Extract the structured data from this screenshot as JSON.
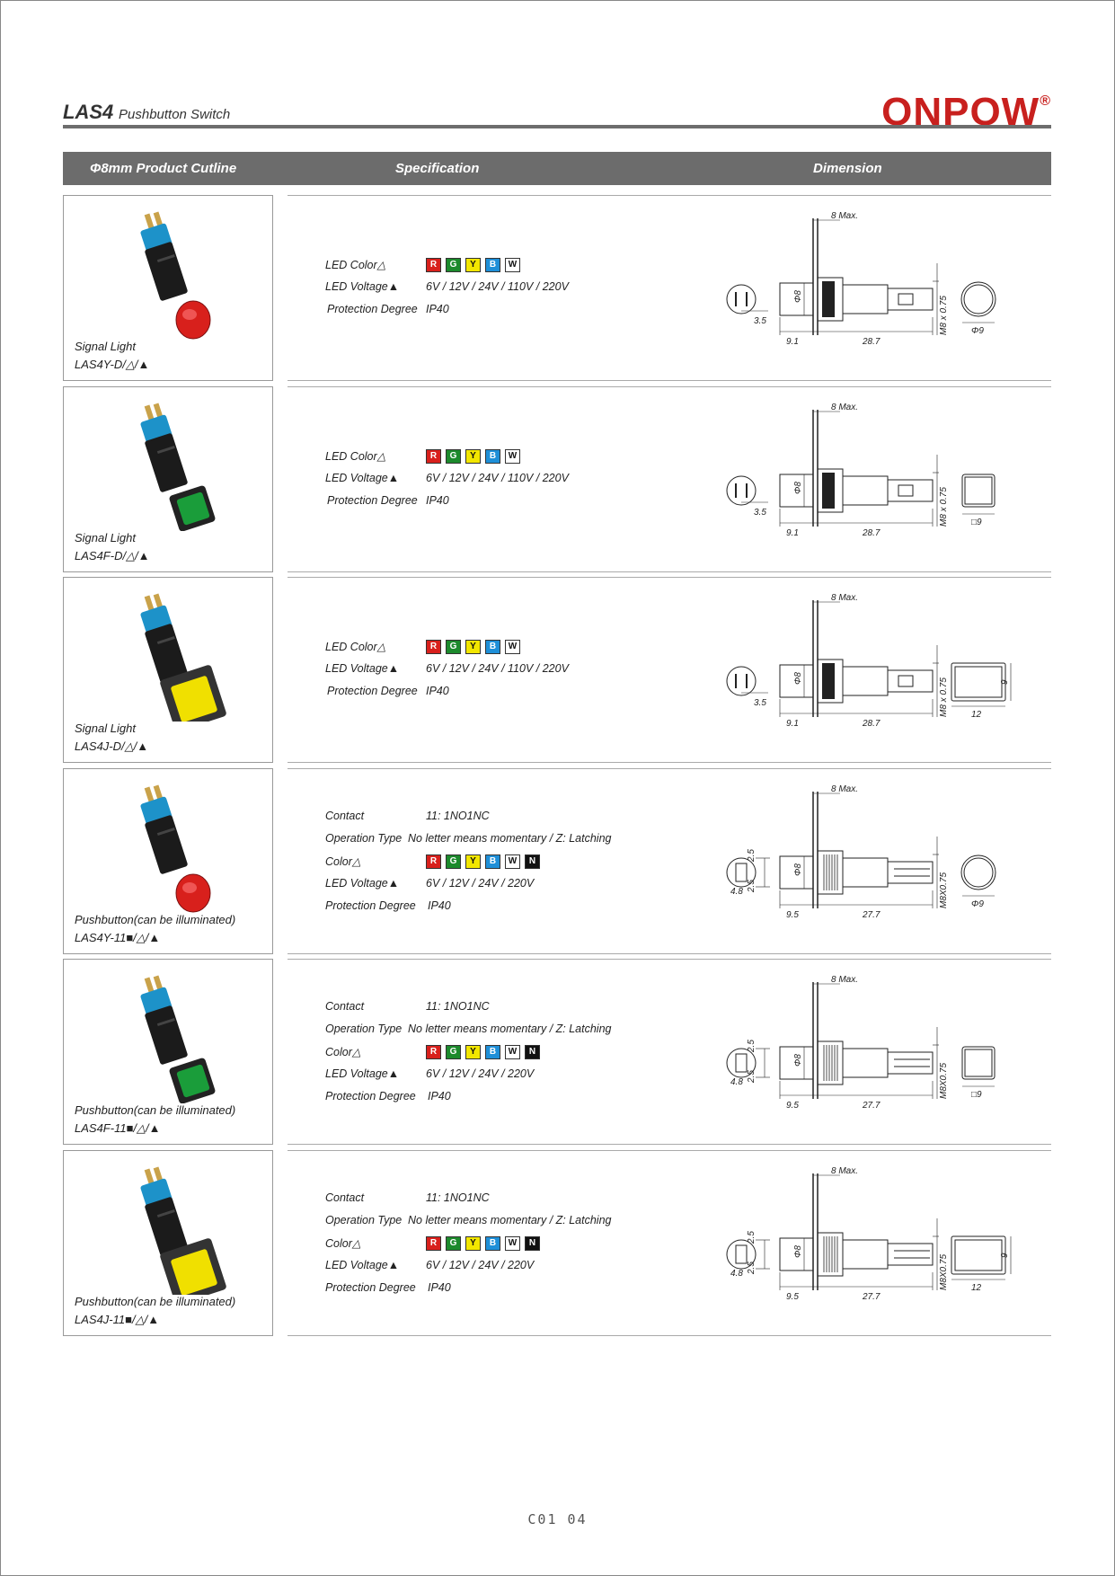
{
  "header": {
    "model": "LAS4",
    "subtitle": "Pushbutton Switch",
    "brand": "ONPOW",
    "reg": "®"
  },
  "table_header": {
    "col1": "Φ8mm Product Cutline",
    "col2": "Specification",
    "col3": "Dimension"
  },
  "colors": {
    "R": "#d8201c",
    "G": "#1c8a2c",
    "Y": "#f2e600",
    "B": "#1e8fd8",
    "W": "#ffffff",
    "N": "#111111"
  },
  "rows": [
    {
      "type": "Signal Light",
      "code": "LAS4Y-D/△/▲",
      "specs": [
        {
          "label": "LED Color△",
          "chips": [
            "R",
            "G",
            "Y",
            "B",
            "W"
          ]
        },
        {
          "label": "LED Voltage▲",
          "value": "6V / 12V / 24V / 110V / 220V"
        },
        {
          "label": "Protection Degree",
          "value": "IP40"
        }
      ],
      "dims": {
        "top": "8 Max.",
        "d1": "3.5",
        "len_a": "9.1",
        "len_b": "28.7",
        "thread": "M8 x 0.75",
        "dia": "Φ8",
        "head": "Φ9"
      }
    },
    {
      "type": "Signal Light",
      "code": "LAS4F-D/△/▲",
      "specs": [
        {
          "label": "LED Color△",
          "chips": [
            "R",
            "G",
            "Y",
            "B",
            "W"
          ]
        },
        {
          "label": "LED Voltage▲",
          "value": "6V / 12V / 24V / 110V / 220V"
        },
        {
          "label": "Protection Degree",
          "value": "IP40"
        }
      ],
      "dims": {
        "top": "8 Max.",
        "d1": "3.5",
        "len_a": "9.1",
        "len_b": "28.7",
        "thread": "M8 x 0.75",
        "dia": "Φ8",
        "head": "□9"
      }
    },
    {
      "type": "Signal Light",
      "code": "LAS4J-D/△/▲",
      "specs": [
        {
          "label": "LED Color△",
          "chips": [
            "R",
            "G",
            "Y",
            "B",
            "W"
          ]
        },
        {
          "label": "LED Voltage▲",
          "value": "6V / 12V / 24V / 110V / 220V"
        },
        {
          "label": "Protection Degree",
          "value": "IP40"
        }
      ],
      "dims": {
        "top": "8 Max.",
        "d1": "3.5",
        "len_a": "9.1",
        "len_b": "28.7",
        "thread": "M8 x 0.75",
        "dia": "Φ8",
        "head": "12",
        "head_h": "9"
      }
    },
    {
      "type": "Pushbutton(can be illuminated)",
      "code": "LAS4Y-11■/△/▲",
      "specs": [
        {
          "label": "Contact",
          "value": "11: 1NO1NC"
        },
        {
          "label": "Operation Type",
          "value": "No letter means momentary / Z: Latching"
        },
        {
          "label": "Color△",
          "chips": [
            "R",
            "G",
            "Y",
            "B",
            "W",
            "N"
          ]
        },
        {
          "label": "LED Voltage▲",
          "value": "6V / 12V / 24V / 220V"
        },
        {
          "label": "Protection Degree",
          "value": "IP40"
        }
      ],
      "dims": {
        "top": "8 Max.",
        "p1": "2.5",
        "p2": "2.5",
        "d2": "4.8",
        "len_a": "9.5",
        "len_b": "27.7",
        "thread": "M8X0.75",
        "dia": "Φ8",
        "head": "Φ9"
      }
    },
    {
      "type": "Pushbutton(can be illuminated)",
      "code": "LAS4F-11■/△/▲",
      "specs": [
        {
          "label": "Contact",
          "value": "11: 1NO1NC"
        },
        {
          "label": "Operation Type",
          "value": "No letter means momentary / Z: Latching"
        },
        {
          "label": "Color△",
          "chips": [
            "R",
            "G",
            "Y",
            "B",
            "W",
            "N"
          ]
        },
        {
          "label": "LED Voltage▲",
          "value": "6V / 12V / 24V / 220V"
        },
        {
          "label": "Protection Degree",
          "value": "IP40"
        }
      ],
      "dims": {
        "top": "8 Max.",
        "p1": "2.5",
        "p2": "2.5",
        "d2": "4.8",
        "len_a": "9.5",
        "len_b": "27.7",
        "thread": "M8X0.75",
        "dia": "Φ8",
        "head": "□9"
      }
    },
    {
      "type": "Pushbutton(can be illuminated)",
      "code": "LAS4J-11■/△/▲",
      "specs": [
        {
          "label": "Contact",
          "value": "11: 1NO1NC"
        },
        {
          "label": "Operation Type",
          "value": "No letter means momentary / Z: Latching"
        },
        {
          "label": "Color△",
          "chips": [
            "R",
            "G",
            "Y",
            "B",
            "W",
            "N"
          ]
        },
        {
          "label": "LED Voltage▲",
          "value": "6V / 12V / 24V / 220V"
        },
        {
          "label": "Protection Degree",
          "value": "IP40"
        }
      ],
      "dims": {
        "top": "8 Max.",
        "p1": "2.5",
        "p2": "2.5",
        "d2": "4.8",
        "len_a": "9.5",
        "len_b": "27.7",
        "thread": "M8X0.75",
        "dia": "Φ8",
        "head": "12",
        "head_h": "9"
      }
    }
  ],
  "footer": {
    "page": "C01 04"
  }
}
